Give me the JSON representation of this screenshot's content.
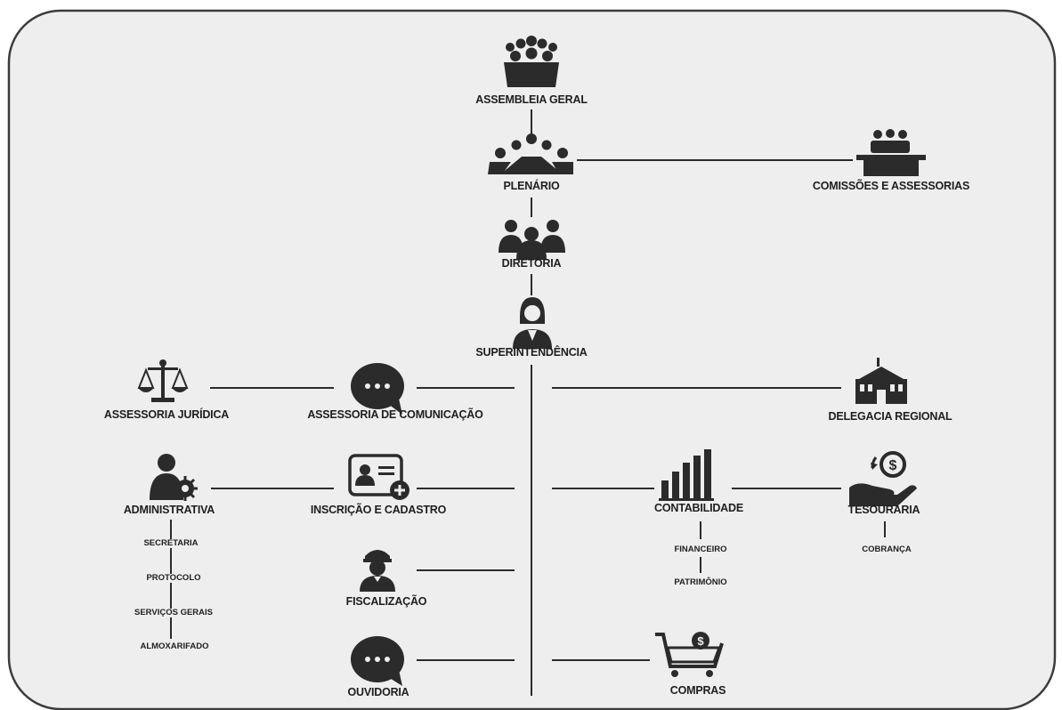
{
  "colors": {
    "frame_fill": "#eeeeee",
    "frame_stroke": "#3c3c3c",
    "icon": "#2b2b2b",
    "line": "#2b2b2b",
    "text": "#1e1e1e"
  },
  "nodes": {
    "assembleia_geral": {
      "label": "ASSEMBLEIA GERAL",
      "icon": "crowd-icon"
    },
    "plenario": {
      "label": "PLENÁRIO",
      "icon": "meeting-table-icon"
    },
    "comissoes": {
      "label": "COMISSÕES E ASSESSORIAS",
      "icon": "committee-desk-icon"
    },
    "diretoria": {
      "label": "DIRETORIA",
      "icon": "team-group-icon"
    },
    "superintendencia": {
      "label": "SUPERINTENDÊNCIA",
      "icon": "businesswoman-icon"
    },
    "assessoria_juridica": {
      "label": "ASSESSORIA JURÍDICA",
      "icon": "scales-icon"
    },
    "assessoria_comunicacao": {
      "label": "ASSESSORIA DE COMUNICAÇÃO",
      "icon": "chat-bubble-icon"
    },
    "delegacia_regional": {
      "label": "DELEGACIA REGIONAL",
      "icon": "building-icon"
    },
    "administrativa": {
      "label": "ADMINISTRATIVA",
      "icon": "user-gear-icon",
      "children": [
        "SECRETARIA",
        "PROTOCOLO",
        "SERVIÇOS GERAIS",
        "ALMOXARIFADO"
      ]
    },
    "inscricao_cadastro": {
      "label": "INSCRIÇÃO E CADASTRO",
      "icon": "id-card-add-icon"
    },
    "contabilidade": {
      "label": "CONTABILIDADE",
      "icon": "bar-chart-icon",
      "children": [
        "FINANCEIRO",
        "PATRIMÔNIO"
      ]
    },
    "tesouraria": {
      "label": "TESOURARIA",
      "icon": "hand-money-icon",
      "children": [
        "COBRANÇA"
      ]
    },
    "fiscalizacao": {
      "label": "FISCALIZAÇÃO",
      "icon": "police-officer-icon"
    },
    "ouvidoria": {
      "label": "OUVIDORIA",
      "icon": "chat-bubble-icon"
    },
    "compras": {
      "label": "COMPRAS",
      "icon": "shopping-cart-money-icon"
    }
  }
}
